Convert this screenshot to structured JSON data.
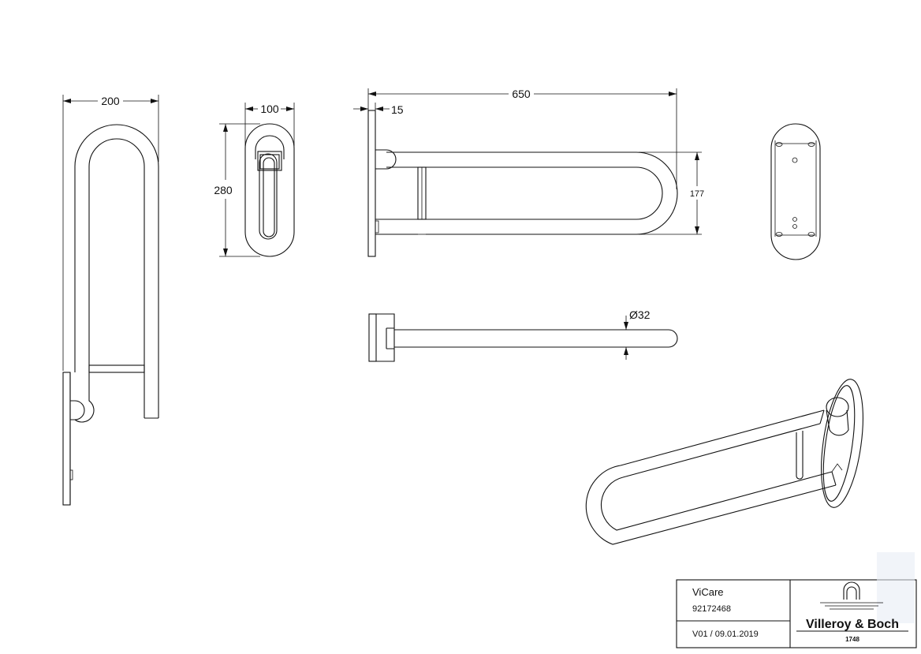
{
  "dimensions": {
    "front_width": "200",
    "side_width": "100",
    "side_height": "280",
    "top_length": "650",
    "plate_thickness": "15",
    "top_height": "177",
    "tube_diameter": "Ø32"
  },
  "title_block": {
    "product_name": "ViCare",
    "article_number": "92172468",
    "version_date": "V01 / 09.01.2019"
  },
  "logo": {
    "brand": "Villeroy & Boch",
    "year": "1748"
  }
}
